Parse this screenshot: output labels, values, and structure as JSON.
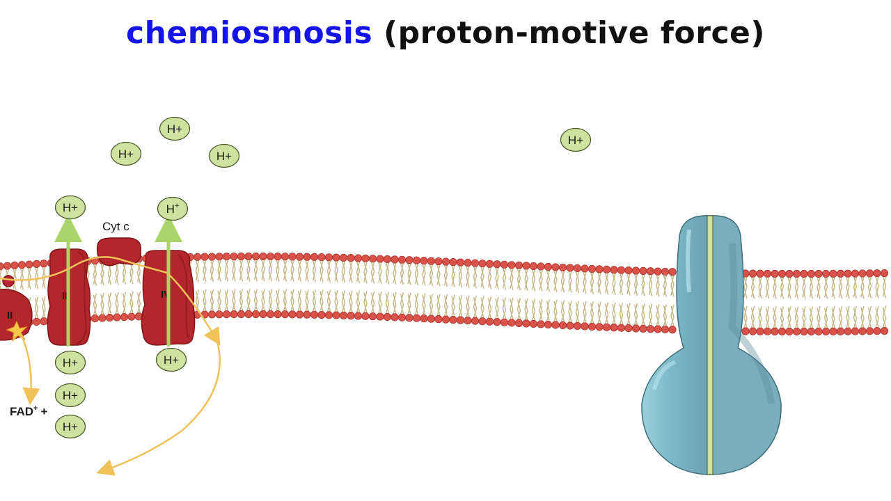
{
  "title": {
    "keyword": "chemiosmosis",
    "rest": " (proton-motive force)"
  },
  "labels": {
    "proton": "H+",
    "proton_base": "H",
    "proton_charge": "+",
    "cyt_c": "Cyt c",
    "complex_2": "II",
    "complex_3": "III",
    "complex_4": "IV",
    "fad_base": "FAD",
    "fad_charge": "+",
    "fad_plus": "+"
  },
  "colors": {
    "title_keyword": "#1414e6",
    "title_rest": "#111111",
    "proton_fill": "#cfe3a0",
    "proton_stroke": "#4a5a2a",
    "membrane_head": "#d9534b",
    "membrane_tail": "#c8ba8a",
    "complex": "#b3262b",
    "complex_dark": "#7e1518",
    "green_arrow": "#a9d46a",
    "electron_path": "#efc25a",
    "atp_synthase": "#7fb8c8"
  }
}
